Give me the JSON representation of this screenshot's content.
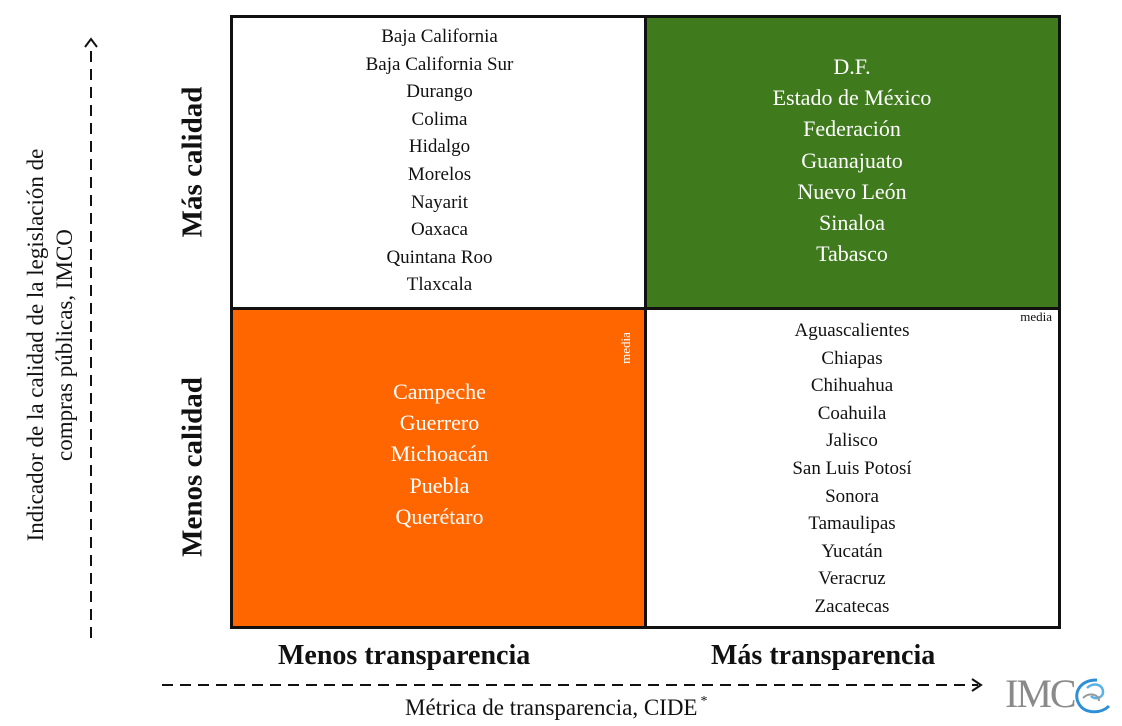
{
  "y_axis": {
    "title_line1": "Indicador de la calidad de la legislación de",
    "title_line2": "compras públicas, IMCO"
  },
  "x_axis": {
    "title": "Métrica de transparencia, CIDE",
    "footnote_mark": "*"
  },
  "rows": {
    "top": "Más calidad",
    "bottom": "Menos calidad"
  },
  "columns": {
    "left": "Menos transparencia",
    "right": "Más transparencia"
  },
  "quadrants": {
    "top_left": [
      "Baja California",
      "Baja California Sur",
      "Durango",
      "Colima",
      "Hidalgo",
      "Morelos",
      "Nayarit",
      "Oaxaca",
      "Quintana Roo",
      "Tlaxcala"
    ],
    "top_right": [
      "D.F.",
      "Estado de México",
      "Federación",
      "Guanajuato",
      "Nuevo León",
      "Sinaloa",
      "Tabasco"
    ],
    "bottom_left": [
      "Campeche",
      "Guerrero",
      "Michoacán",
      "Puebla",
      "Querétaro"
    ],
    "bottom_right": [
      "Aguascalientes",
      "Chiapas",
      "Chihuahua",
      "Coahuila",
      "Jalisco",
      "San  Luis Potosí",
      "Sonora",
      "Tamaulipas",
      "Yucatán",
      "Veracruz",
      "Zacatecas"
    ]
  },
  "media_labels": {
    "vertical": "media",
    "horizontal": "media"
  },
  "logo": {
    "text": "IMC",
    "icon": "imco-wave-logo"
  },
  "colors": {
    "green_quadrant": "#3f7a1d",
    "orange_quadrant": "#ff6600",
    "border": "#111111"
  }
}
